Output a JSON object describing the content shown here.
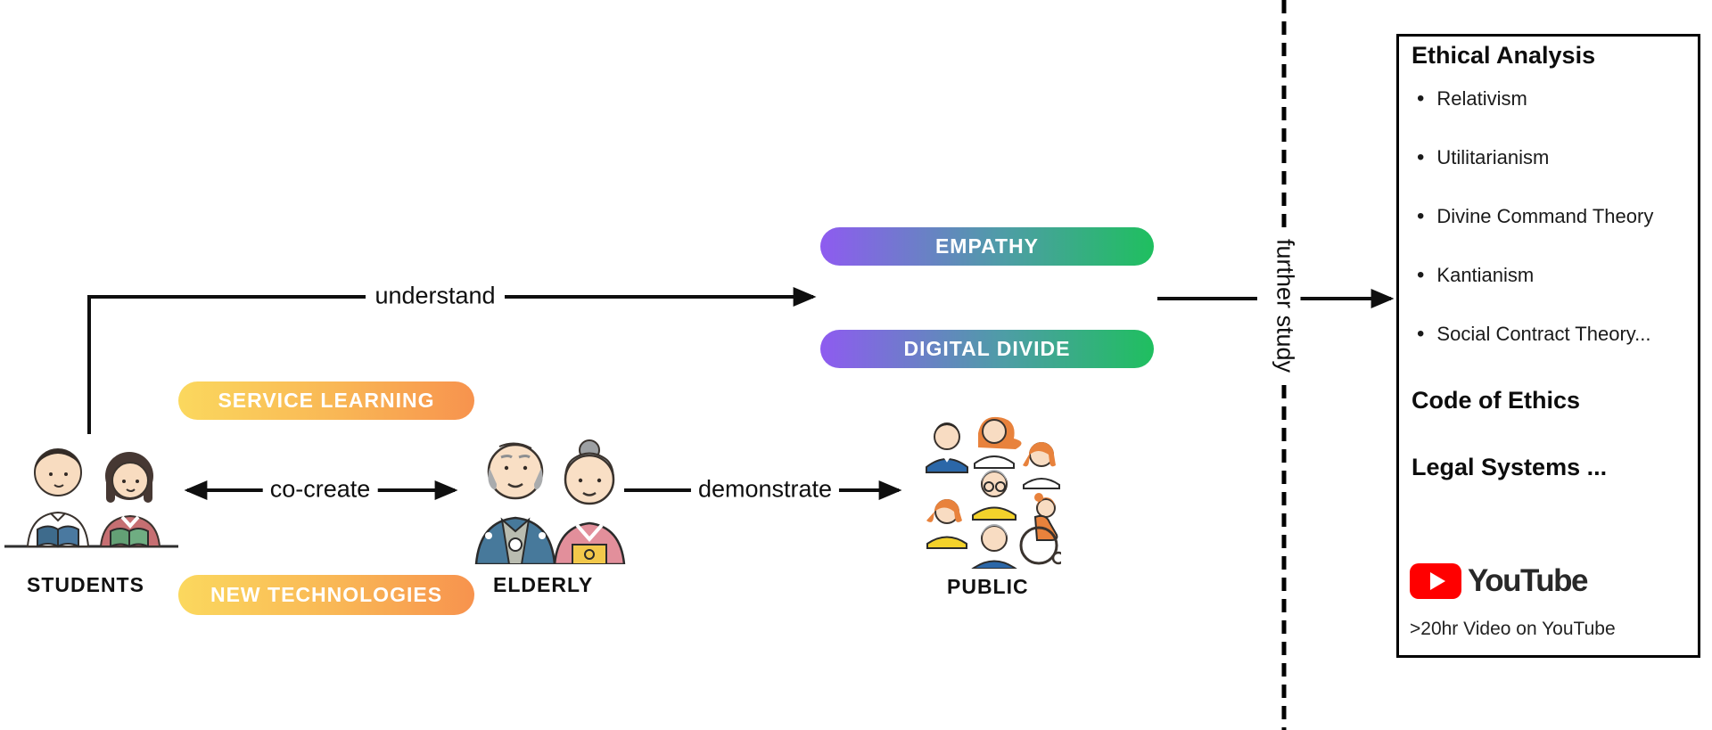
{
  "nodes": {
    "students": {
      "label": "STUDENTS"
    },
    "elderly": {
      "label": "ELDERLY"
    },
    "public": {
      "label": "PUBLIC"
    }
  },
  "edges": {
    "understand": "understand",
    "co_create": "co-create",
    "demonstrate": "demonstrate",
    "further_study": "further study"
  },
  "pills": {
    "service_learning": {
      "label": "SERVICE LEARNING",
      "gradient_start": "#FBD85E",
      "gradient_end": "#F7934E"
    },
    "new_technologies": {
      "label": "NEW TECHNOLOGIES",
      "gradient_start": "#FBD85E",
      "gradient_end": "#F7934E"
    },
    "empathy": {
      "label": "EMPATHY",
      "gradient_start": "#8E5BF0",
      "gradient_end": "#1FBF5F"
    },
    "digital_divide": {
      "label": "DIGITAL DIVIDE",
      "gradient_start": "#8E5BF0",
      "gradient_end": "#1FBF5F"
    }
  },
  "panel": {
    "title": "Ethical Analysis",
    "bullets": [
      "Relativism",
      "Utilitarianism",
      "Divine Command Theory",
      "Kantianism",
      "Social Contract Theory..."
    ],
    "subheadings": [
      "Code of Ethics",
      "Legal Systems ..."
    ],
    "youtube": {
      "wordmark": "YouTube",
      "caption": ">20hr Video on YouTube",
      "brand_red": "#FF0000"
    }
  }
}
